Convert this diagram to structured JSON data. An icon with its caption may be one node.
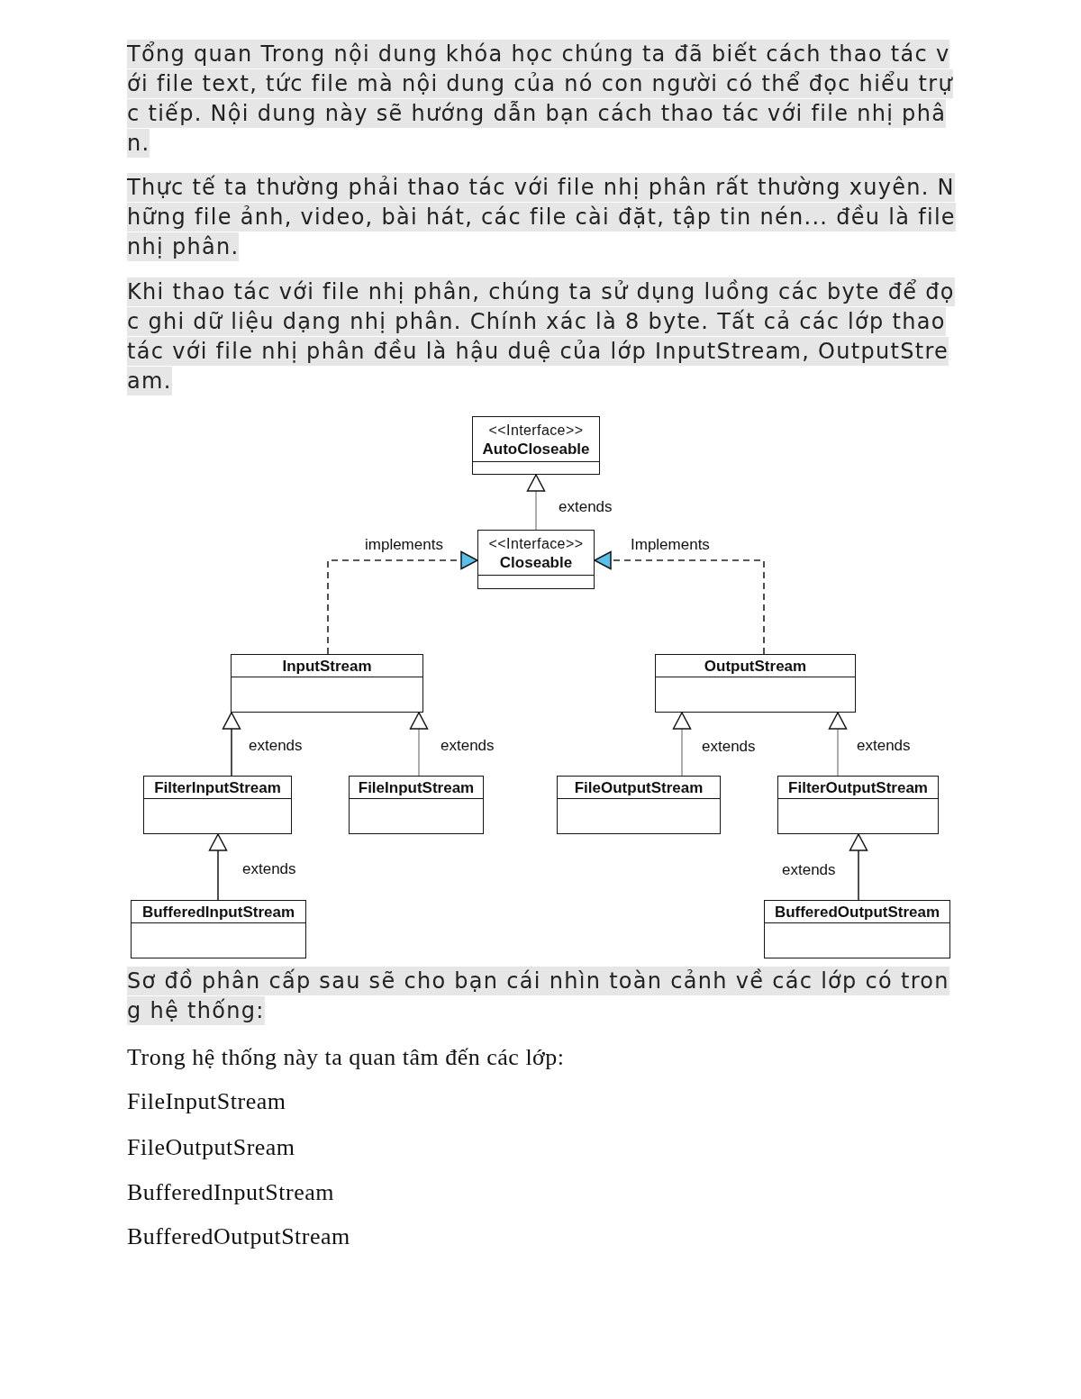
{
  "diagram": {
    "nodes": [
      {
        "text": [
          "<<Interface>>",
          "AutoCloseable"
        ]
      },
      {
        "text": [
          "<<Interface>>",
          "Closeable"
        ]
      },
      {
        "text": [
          "InputStream"
        ]
      },
      {
        "text": [
          "OutputStream"
        ]
      },
      {
        "text": [
          "FilterInputStream"
        ]
      },
      {
        "text": [
          "FileInputStream"
        ]
      },
      {
        "text": [
          "FileOutputStream"
        ]
      },
      {
        "text": [
          "FilterOutputStream"
        ]
      },
      {
        "text": [
          "BufferedInputStream"
        ]
      },
      {
        "text": [
          "BufferedOutputStream"
        ]
      }
    ],
    "edges": [
      {
        "from": 1,
        "to": 0,
        "arrow": "to",
        "label": "extends",
        "color": "#999999"
      },
      {
        "from": 2,
        "to": 1,
        "arrow": "to",
        "label": "implements",
        "style": "dashed"
      },
      {
        "from": 3,
        "to": 1,
        "arrow": "to",
        "label": "Implements",
        "style": "dashed"
      },
      {
        "from": 4,
        "to": 2,
        "arrow": "to",
        "label": "extends"
      },
      {
        "from": 5,
        "to": 2,
        "arrow": "to",
        "label": "extends",
        "color": "#999999"
      },
      {
        "from": 6,
        "to": 3,
        "arrow": "to",
        "label": "extends",
        "color": "#999999"
      },
      {
        "from": 7,
        "to": 3,
        "arrow": "to",
        "label": "extends",
        "color": "#999999"
      },
      {
        "from": 8,
        "to": 4,
        "arrow": "to",
        "label": "extends"
      },
      {
        "from": 9,
        "to": 7,
        "arrow": "to",
        "label": "extends"
      }
    ],
    "labels": [
      "Tổng quan Trong nội dung khóa học chúng ta đã biết cách thao tác với file text, tức file mà nội dung của nó con người có thể đọc hiểu trực tiếp. Nội dung này sẽ hướng dẫn bạn cách thao tác với file nhị phân.",
      "Thực tế ta thường phải thao tác với file nhị phân rất thường xuyên. Những file ảnh, video, bài hát, các file cài đặt, tập tin nén... đều là file nhị phân.",
      "Khi thao tác với file nhị phân, chúng ta sử dụng luồng các byte để đọc ghi dữ liệu dạng nhị phân. Chính xác là 8 byte. Tất cả các lớp thao tác với file nhị phân đều là hậu duệ của lớp InputStream, OutputStream.",
      "Sơ đồ phân cấp sau sẽ cho bạn cái nhìn toàn cảnh về các lớp có trong hệ thống:",
      "Trong hệ thống này ta quan tâm đến các lớp:",
      "FileInputStream",
      "FileOutputSream",
      "BufferedInputStream",
      "BufferedOutputStream"
    ]
  }
}
